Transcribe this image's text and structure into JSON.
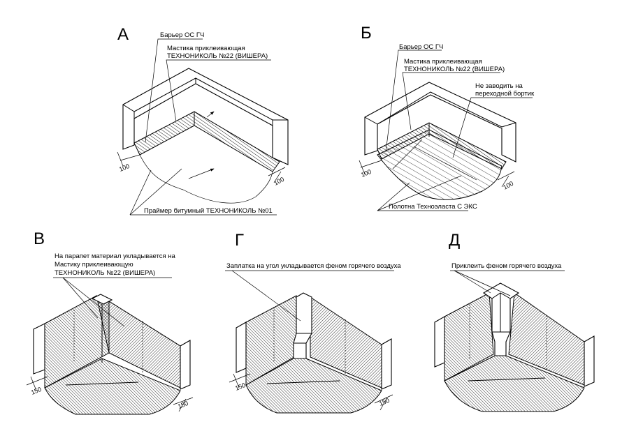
{
  "panels": {
    "a": {
      "letter": "А",
      "labels": [
        "Барьер ОС ГЧ",
        "Мастика приклеивающая",
        "ТЕХНОНИКОЛЬ №22 (ВИШЕРА)"
      ],
      "bottom_label": "Праймер битумный ТЕХНОНИКОЛЬ №01",
      "dim_left": "100",
      "dim_right": "100"
    },
    "b": {
      "letter": "Б",
      "labels": [
        "Барьер ОС ГЧ",
        "Мастика приклеивающая",
        "ТЕХНОНИКОЛЬ №22 (ВИШЕРА)"
      ],
      "note": [
        "Не заводить на",
        "переходной бортик"
      ],
      "bottom_label": "Полотна Техноэласта С ЭКС",
      "dim_left": "100",
      "dim_right": "100"
    },
    "c": {
      "letter": "В",
      "labels": [
        "На парапет материал укладывается на",
        "Мастику приклеивающую",
        "ТЕХНОНИКОЛЬ №22 (ВИШЕРА)"
      ],
      "dim_left": "150",
      "dim_right": "150"
    },
    "d": {
      "letter": "Г",
      "label": "Заплатка на угол укладывается феном горячего воздуха",
      "dim_left": "150",
      "dim_right": "150"
    },
    "e": {
      "letter": "Д",
      "label": "Приклеить феном горячего воздуха"
    }
  }
}
